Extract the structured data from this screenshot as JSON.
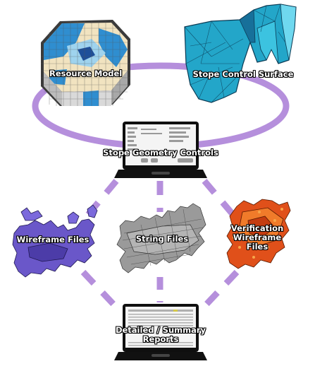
{
  "nodes": {
    "resource_model": {
      "label": "Resource Model"
    },
    "stope_control_surface": {
      "label": "Stope Control Surface"
    },
    "stope_geometry_controls": {
      "label": "Stope Geometry Controls"
    },
    "wireframe_files": {
      "label": "Wireframe Files"
    },
    "string_files": {
      "label": "String Files"
    },
    "verification_wireframe_files": {
      "label_line1": "Verification",
      "label_line2": "Wireframe",
      "label_line3": "Files"
    },
    "reports": {
      "label_line1": "Detailed / Summary",
      "label_line2": "Reports"
    }
  },
  "colors": {
    "connector": "#b58fdc",
    "resource_model_blue": "#2f8ed0",
    "resource_model_cream": "#f1e3c0",
    "stope_surface": "#23a6c9",
    "wireframe": "#6a57c9",
    "string_files": "#8e8e8e",
    "verification": "#e0501a"
  }
}
